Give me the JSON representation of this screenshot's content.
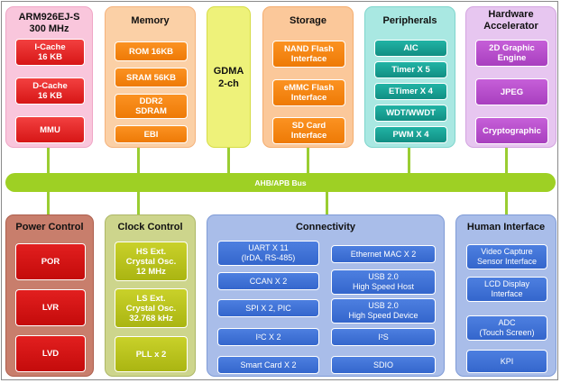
{
  "bus": {
    "label": "AHB/APB Bus"
  },
  "panels": {
    "cpu": {
      "title_line1": "ARM926EJ-S",
      "title_line2": "300 MHz",
      "items": [
        "I-Cache\n16 KB",
        "D-Cache\n16 KB",
        "MMU"
      ]
    },
    "memory": {
      "title": "Memory",
      "items": [
        "ROM 16KB",
        "SRAM 56KB",
        "DDR2\nSDRAM",
        "EBI"
      ]
    },
    "gdma": {
      "label": "GDMA\n2-ch"
    },
    "storage": {
      "title": "Storage",
      "items": [
        "NAND Flash\nInterface",
        "eMMC Flash\nInterface",
        "SD Card\nInterface"
      ]
    },
    "peripherals": {
      "title": "Peripherals",
      "items": [
        "AIC",
        "Timer X 5",
        "ETimer X 4",
        "WDT/WWDT",
        "PWM X 4"
      ]
    },
    "hw_accel": {
      "title_line1": "Hardware",
      "title_line2": "Accelerator",
      "items": [
        "2D Graphic\nEngine",
        "JPEG",
        "Cryptographic"
      ]
    },
    "power": {
      "title": "Power Control",
      "items": [
        "POR",
        "LVR",
        "LVD"
      ]
    },
    "clock": {
      "title": "Clock Control",
      "items": [
        "HS Ext.\nCrystal Osc.\n12 MHz",
        "LS Ext.\nCrystal Osc.\n32.768 kHz",
        "PLL x 2"
      ]
    },
    "connectivity": {
      "title": "Connectivity",
      "left_items": [
        "UART X 11\n(IrDA, RS-485)",
        "CCAN X 2",
        "SPI X 2, PIC",
        "I²C X 2",
        "Smart Card X 2"
      ],
      "right_items": [
        "Ethernet MAC X 2",
        "USB 2.0\nHigh Speed Host",
        "USB 2.0\nHigh Speed Device",
        "I²S",
        "SDIO"
      ]
    },
    "human": {
      "title": "Human Interface",
      "items": [
        "Video Capture\nSensor Interface",
        "LCD Display\nInterface",
        "ADC\n(Touch Screen)",
        "KPI"
      ]
    }
  },
  "colors": {
    "bus": "#9ed024",
    "cpu_panel": "#f9c6dc",
    "memory_panel": "#fbd0a6",
    "gdma_panel": "#eef27a",
    "storage_panel": "#fbc89a",
    "peripherals_panel": "#a9e8e2",
    "accel_panel": "#e7c6f0",
    "power_panel": "#c87e6c",
    "clock_panel": "#cdd58c",
    "connectivity_panel": "#a9bde9",
    "human_panel": "#a9bde9"
  }
}
